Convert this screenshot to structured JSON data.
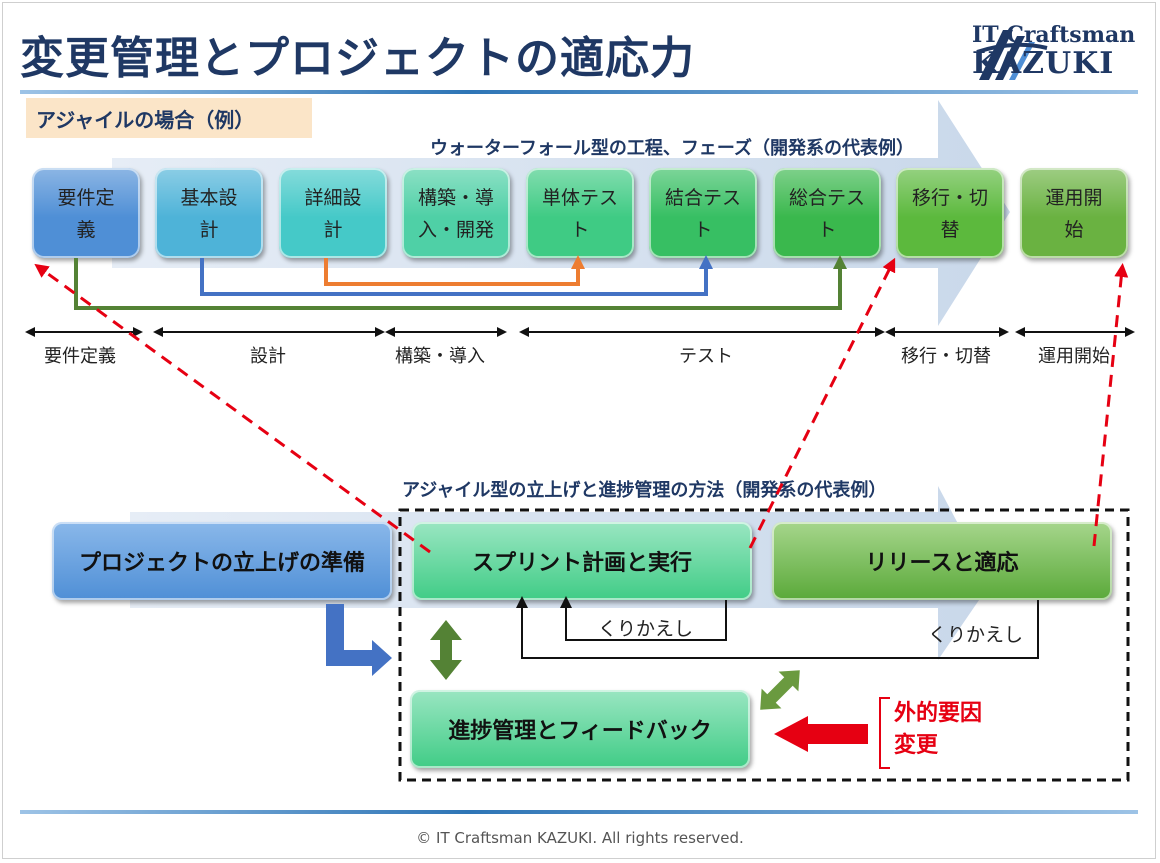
{
  "title": "変更管理とプロジェクトの適応力",
  "logo": {
    "line1": "IT Craftsman",
    "line2": "KAZUKI"
  },
  "subtitle": "アジャイルの場合（例）",
  "waterfall": {
    "caption": "ウォーターフォール型の工程、フェーズ（開発系の代表例）",
    "phases": [
      {
        "line1": "要件定",
        "line2": "義",
        "color": "#4f8fd6"
      },
      {
        "line1": "基本設",
        "line2": "計",
        "color": "#4eb3d8"
      },
      {
        "line1": "詳細設",
        "line2": "計",
        "color": "#45c9c8"
      },
      {
        "line1": "構築・導",
        "line2": "入・開発",
        "color": "#4fd0a6"
      },
      {
        "line1": "単体テス",
        "line2": "ト",
        "color": "#3fcb84"
      },
      {
        "line1": "結合テス",
        "line2": "ト",
        "color": "#37bf63"
      },
      {
        "line1": "総合テス",
        "line2": "ト",
        "color": "#3ab84d"
      },
      {
        "line1": "移行・切",
        "line2": "替",
        "color": "#5cb93d"
      },
      {
        "line1": "運用開",
        "line2": "始",
        "color": "#6ab241"
      }
    ],
    "ranges": [
      "要件定義",
      "設計",
      "構築・導入",
      "テスト",
      "移行・切替",
      "運用開始"
    ]
  },
  "agile": {
    "caption": "アジャイル型の立上げと進捗管理の方法（開発系の代表例）",
    "prepare": "プロジェクトの立上げの準備",
    "sprint": "スプリント計画と実行",
    "release": "リリースと適応",
    "progress": "進捗管理とフィードバック",
    "loop_inner": "くりかえし",
    "loop_outer": "くりかえし",
    "external_line1": "外的要因",
    "external_line2": "変更"
  },
  "footer": "© IT Craftsman KAZUKI. All rights reserved."
}
